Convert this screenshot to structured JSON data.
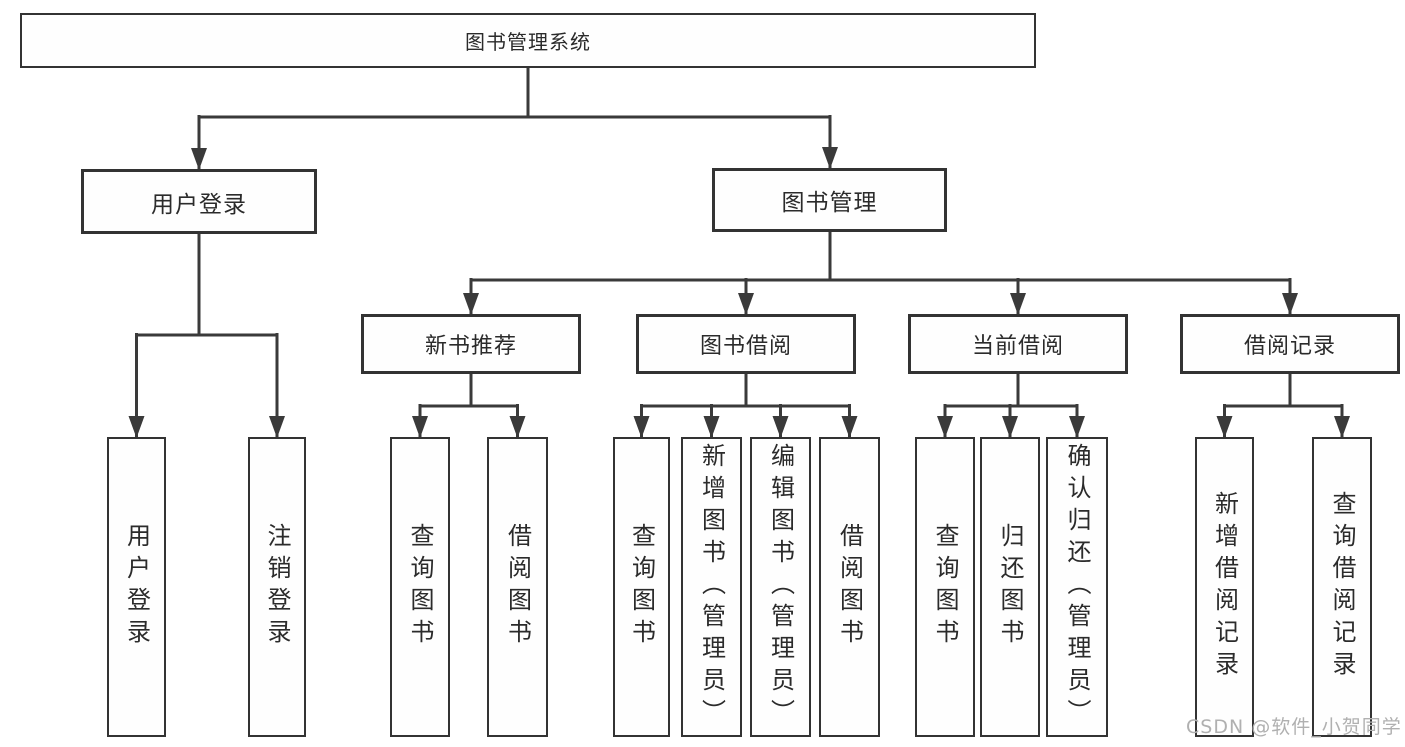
{
  "tree": {
    "root": {
      "label": "图书管理系统"
    },
    "user_login": {
      "label": "用户登录",
      "children": [
        "用户登录",
        "注销登录"
      ]
    },
    "book_mgmt": {
      "label": "图书管理",
      "sections": [
        {
          "label": "新书推荐",
          "children": [
            "查询图书",
            "借阅图书"
          ]
        },
        {
          "label": "图书借阅",
          "children": [
            "查询图书",
            "新增图书（管理员）",
            "编辑图书（管理员）",
            "借阅图书"
          ]
        },
        {
          "label": "当前借阅",
          "children": [
            "查询图书",
            "归还图书",
            "确认归还（管理员）"
          ]
        },
        {
          "label": "借阅记录",
          "children": [
            "新增借阅记录",
            "查询借阅记录"
          ]
        }
      ]
    }
  },
  "watermark": {
    "text": "CSDN @软件_小贺同学"
  },
  "colors": {
    "line": "#3a3a3a",
    "border": "#333333",
    "text": "#2b2b2b",
    "watermark": "#b0b0b0",
    "background": "#ffffff"
  }
}
